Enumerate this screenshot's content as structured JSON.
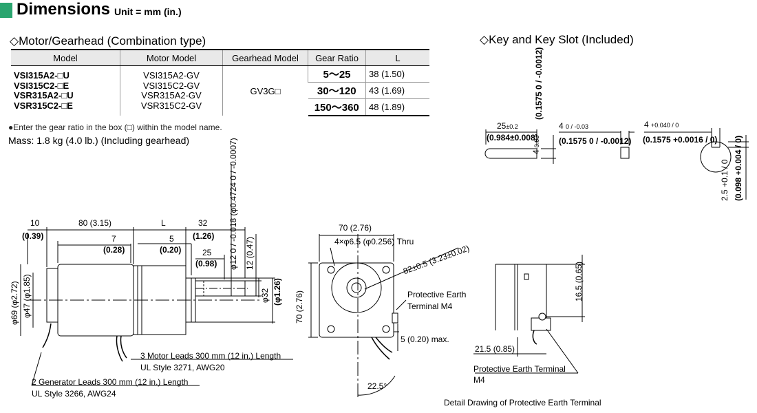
{
  "header": {
    "accent_color": "#2aa56f",
    "title": "Dimensions",
    "unit": "Unit = mm (in.)"
  },
  "motor_section": {
    "heading": "◇Motor/Gearhead (Combination type)",
    "columns": [
      "Model",
      "Motor Model",
      "Gearhead Model",
      "Gear Ratio",
      "L"
    ],
    "models": [
      "VSI315A2-□U",
      "VSI315C2-□E",
      "VSR315A2-□U",
      "VSR315C2-□E"
    ],
    "motor_models": [
      "VSI315A2-GV",
      "VSI315C2-GV",
      "VSR315A2-GV",
      "VSR315C2-GV"
    ],
    "gearhead_model": "GV3G□",
    "gear_ratios": [
      "5～25",
      "30～120",
      "150～360"
    ],
    "lengths": [
      "38 (1.50)",
      "43 (1.69)",
      "48 (1.89)"
    ],
    "note": "●Enter the gear ratio in the box (□) within the model name.",
    "mass": "Mass: 1.8 kg (4.0 lb.) (Including gearhead)"
  },
  "key_section": {
    "heading": "◇Key and Key Slot (Included)",
    "key_len": "25",
    "key_len_tol": "±0.2",
    "key_len_in": "(0.984±0.008)",
    "key_h": "4",
    "key_h_tol": "-0.03",
    "key_h_top_tol": "0",
    "key_w": "4",
    "key_w_tol": "0 / -0.03",
    "key_w_in": "(0.1575 0 / -0.0012)",
    "key_vert_in": "(0.1575 0 / -0.0012)",
    "slot_w": "4",
    "slot_w_tol": "+0.040 / 0",
    "slot_w_in": "(0.1575 +0.0016 / 0)",
    "slot_depth": "2.5 +0.1 / 0",
    "slot_depth_in": "(0.098 +0.004 / 0)"
  },
  "side_view": {
    "d10": "10",
    "d10_in": "(0.39)",
    "d80": "80 (3.15)",
    "dL": "L",
    "d32": "32",
    "d32_in": "(1.26)",
    "d7": "7",
    "d7_in": "(0.28)",
    "d5": "5",
    "d5_in": "(0.20)",
    "d25": "25",
    "d25_in": "(0.98)",
    "shaft_dia": "φ12 0 / -0.018 (φ0.4724 0 / -0.0007)",
    "d12": "12 (0.47)",
    "dia32": "φ32",
    "dia32_in": "(φ1.26)",
    "dia69": "φ69 (φ2.72)",
    "dia47": "φ47 (φ1.85)",
    "motor_leads": "3 Motor Leads 300 mm (12 in.) Length",
    "motor_leads_style": "UL Style 3271, AWG20",
    "gen_leads": "2 Generator Leads 300 mm (12 in.) Length",
    "gen_leads_style": "UL Style 3266, AWG24"
  },
  "front_view": {
    "width": "70 (2.76)",
    "holes": "4×φ6.5 (φ0.256) Thru",
    "pcd": "82±0.5 (3.23±0.02)",
    "pe_terminal": "Protective Earth",
    "pe_terminal2": "Terminal M4",
    "height": "70 (2.76)",
    "offset": "5 (0.20) max.",
    "angle": "22.5°"
  },
  "detail_view": {
    "d16": "16.5 (0.65)",
    "d21": "21.5 (0.85)",
    "pe_label": "Protective Earth Terminal",
    "pe_label2": "M4",
    "caption": "Detail Drawing of Protective Earth Terminal"
  }
}
